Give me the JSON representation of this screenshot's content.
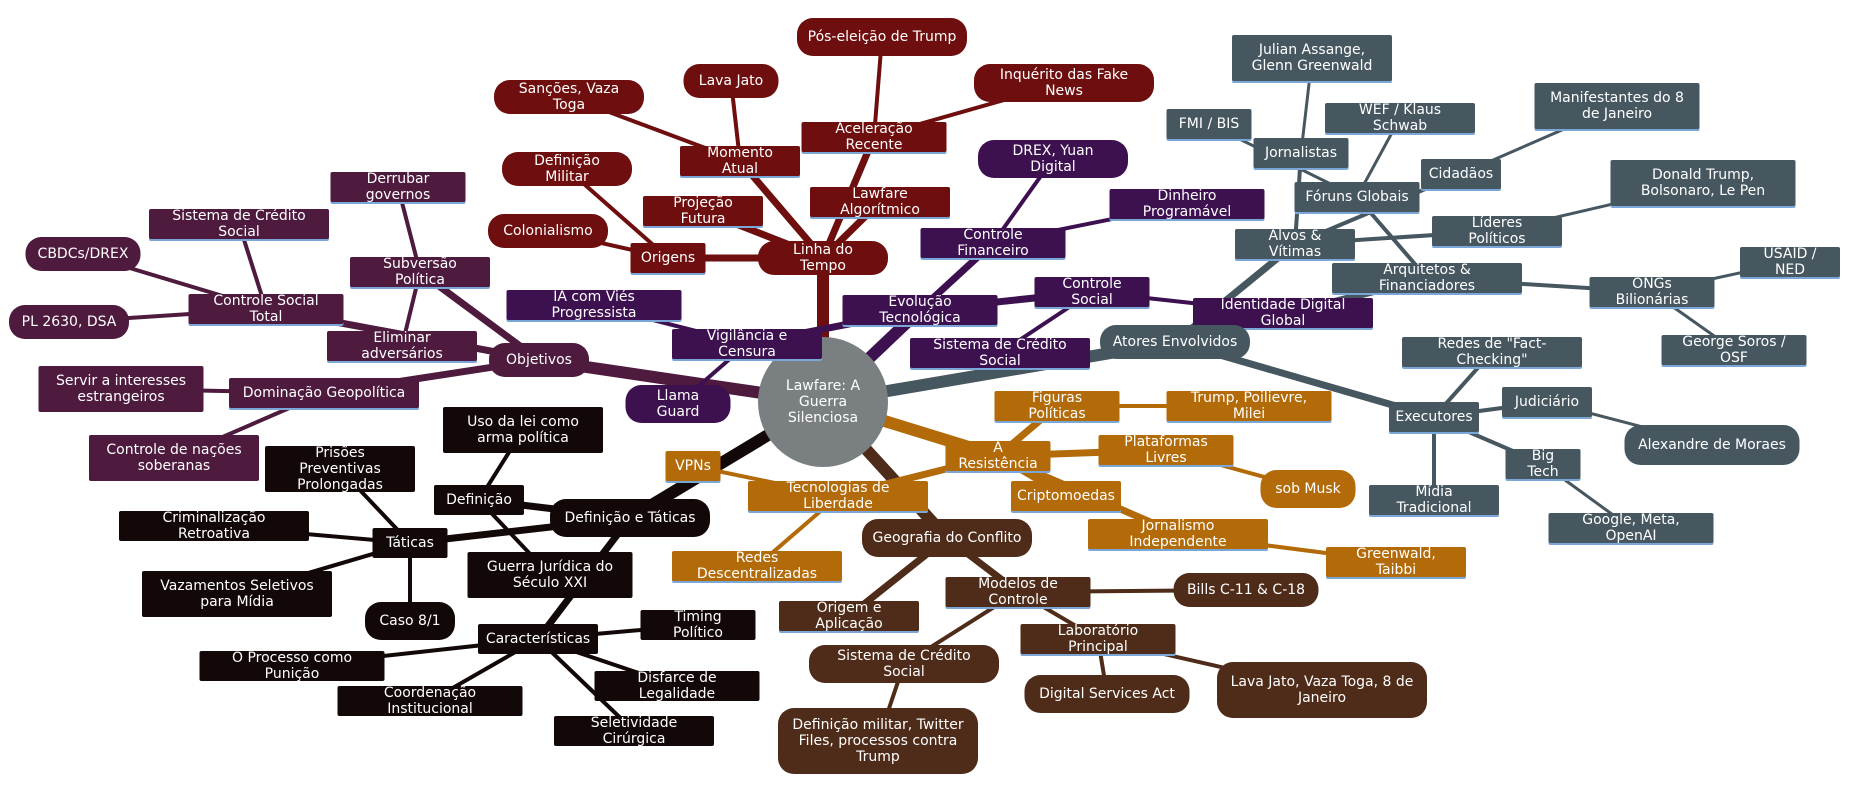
{
  "colors": {
    "wine": "#4e1a3e",
    "crimson": "#6e0e0e",
    "purple": "#3d1050",
    "slate": "#465760",
    "orange": "#b36a08",
    "brown": "#4f2b19",
    "black": "#120808",
    "root": "#7a7f81"
  },
  "root": {
    "label": "Lawfare: A Guerra Silenciosa"
  },
  "objetivos": {
    "label": "Objetivos",
    "dominacao": {
      "label": "Dominação Geopolítica",
      "children": [
        "Servir a interesses estrangeiros",
        "Controle de nações soberanas"
      ]
    },
    "subversao": {
      "label": "Subversão Política",
      "children": [
        "Derrubar governos",
        "Eliminar adversários"
      ]
    },
    "controle_social": {
      "label": "Controle Social Total",
      "children": [
        "Sistema de Crédito Social",
        "CBDCs/DREX",
        "PL 2630, DSA"
      ]
    }
  },
  "linha": {
    "label": "Linha do Tempo",
    "origens": {
      "label": "Origens",
      "children": [
        "Colonialismo",
        "Definição Militar"
      ]
    },
    "momento": {
      "label": "Momento Atual",
      "children": [
        "Sanções, Vaza Toga",
        "Lava Jato"
      ]
    },
    "projecao": {
      "label": "Projeção Futura"
    },
    "aceleracao": {
      "label": "Aceleração Recente",
      "children": [
        "Pós-eleição de Trump",
        "Inquérito das Fake News"
      ]
    },
    "algoritmico": {
      "label": "Lawfare Algorítmico"
    }
  },
  "evolucao": {
    "label": "Evolução Tecnológica",
    "vigilancia": {
      "label": "Vigilância e Censura",
      "children": [
        "IA com Viés Progressista",
        "Llama Guard"
      ]
    },
    "financeiro": {
      "label": "Controle Financeiro",
      "children": [
        "DREX, Yuan Digital",
        "Dinheiro Programável"
      ]
    },
    "controle_social": {
      "label": "Controle Social",
      "children": [
        "Sistema de Crédito Social",
        "Identidade Digital Global"
      ]
    }
  },
  "atores": {
    "label": "Atores Envolvidos",
    "alvos": {
      "label": "Alvos & Vítimas",
      "children": [
        "Jornalistas",
        "Cidadãos",
        "Líderes Políticos"
      ]
    },
    "jornalistas_children": [
      "Julian Assange, Glenn Greenwald"
    ],
    "cidadaos_children": [
      "Manifestantes do 8 de Janeiro"
    ],
    "lideres_children": [
      "Donald Trump, Bolsonaro, Le Pen"
    ],
    "arquitetos": {
      "label": "Arquitetos & Financiadores",
      "children": [
        "Fóruns Globais",
        "ONGs Bilionárias"
      ]
    },
    "foruns_children": [
      "FMI / BIS",
      "WEF / Klaus Schwab"
    ],
    "ongs_children": [
      "USAID / NED",
      "George Soros / OSF"
    ],
    "executores": {
      "label": "Executores",
      "children": [
        "Redes de \"Fact-Checking\"",
        "Judiciário",
        "Big Tech",
        "Mídia Tradicional"
      ]
    },
    "judiciario_children": [
      "Alexandre de Moraes"
    ],
    "bigtech_children": [
      "Google, Meta, OpenAI"
    ]
  },
  "resistencia": {
    "label": "A Resistência",
    "figuras": {
      "label": "Figuras Políticas",
      "children": [
        "Trump, Poilievre, Milei"
      ]
    },
    "plataformas": {
      "label": "Plataformas Livres",
      "children": [
        "sob Musk"
      ]
    },
    "cripto": {
      "label": "Criptomoedas"
    },
    "jornalismo": {
      "label": "Jornalismo Independente",
      "children": [
        "Greenwald, Taibbi"
      ]
    },
    "tecnologias": {
      "label": "Tecnologias de Liberdade",
      "children": [
        "VPNs",
        "Redes Descentralizadas"
      ]
    }
  },
  "geografia": {
    "label": "Geografia do Conflito",
    "modelos": {
      "label": "Modelos de Controle",
      "children": [
        "Bills C-11 & C-18"
      ]
    },
    "origem": {
      "label": "Origem e Aplicação"
    },
    "credito": {
      "label": "Sistema de Crédito Social",
      "children": [
        "Definição militar, Twitter Files, processos contra Trump"
      ]
    },
    "laboratorio": {
      "label": "Laboratório Principal",
      "children": [
        "Digital Services Act",
        "Lava Jato, Vaza Toga, 8 de Janeiro"
      ]
    }
  },
  "definicao": {
    "label": "Definição e Táticas",
    "def": {
      "label": "Definição",
      "children": [
        "Uso da lei como arma política",
        "Guerra Jurídica do Século XXI"
      ]
    },
    "taticas": {
      "label": "Táticas",
      "children": [
        "Prisões Preventivas Prolongadas",
        "Criminalização Retroativa",
        "Vazamentos Seletivos para Mídia",
        "Caso 8/1"
      ]
    },
    "caracteristicas": {
      "label": "Características",
      "children": [
        "Timing Político",
        "O Processo como Punição",
        "Disfarce de Legalidade",
        "Coordenação Institucional",
        "Seletividade Cirúrgica"
      ]
    }
  }
}
